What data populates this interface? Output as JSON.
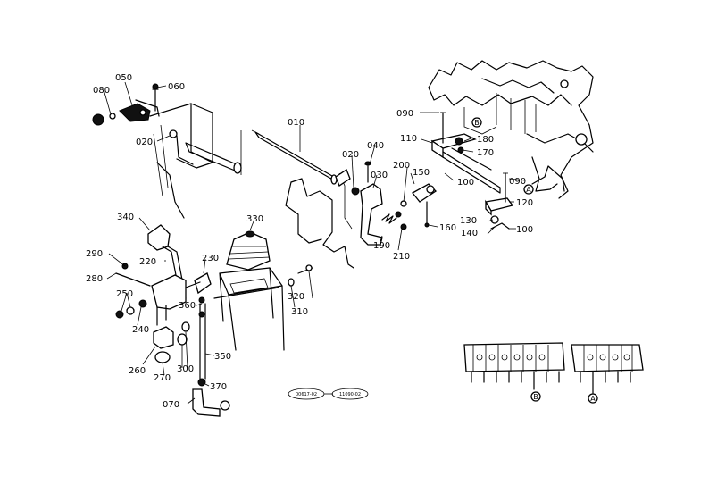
{
  "labels": {
    "p010": "010",
    "p020a": "020",
    "p020b": "020",
    "p030": "030",
    "p040": "040",
    "p050": "050",
    "p060": "060",
    "p070": "070",
    "p080": "080",
    "p090a": "090",
    "p090b": "090",
    "p100a": "100",
    "p100b": "100",
    "p110": "110",
    "p120": "120",
    "p130": "130",
    "p140": "140",
    "p150": "150",
    "p160": "160",
    "p170": "170",
    "p180": "180",
    "p190": "190",
    "p200": "200",
    "p210": "210",
    "p220": "220",
    "p230": "230",
    "p240": "240",
    "p250": "250",
    "p260": "260",
    "p270": "270",
    "p280": "280",
    "p290": "290",
    "p300": "300",
    "p310": "310",
    "p320": "320",
    "p330": "330",
    "p340": "340",
    "p350": "350",
    "p360": "360",
    "p370": "370"
  },
  "references": {
    "ref_left": "00617-02",
    "ref_right": "11090-02"
  },
  "callouts": {
    "A": "A",
    "B": "B"
  }
}
